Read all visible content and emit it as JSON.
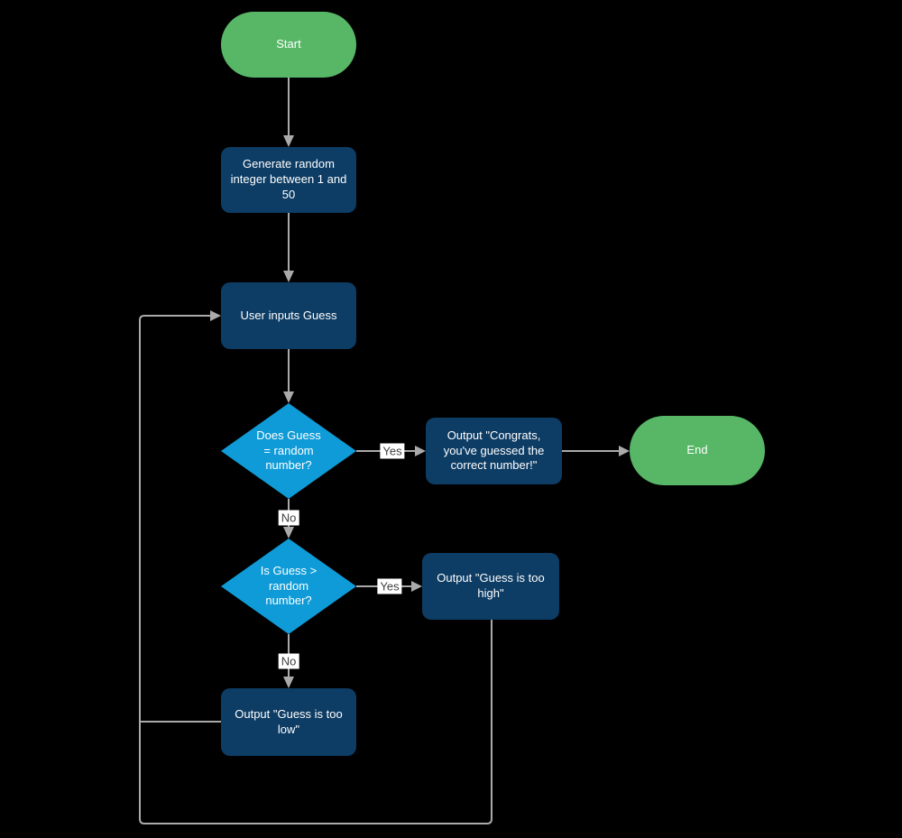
{
  "diagram": {
    "type": "flowchart",
    "description": "Number guessing game flowchart"
  },
  "nodes": {
    "start": {
      "type": "terminator",
      "label": "Start"
    },
    "generate": {
      "type": "process",
      "label": "Generate random\ninteger between 1 and\n50"
    },
    "user_input": {
      "type": "process",
      "label": "User inputs Guess"
    },
    "decision_equal": {
      "type": "decision",
      "label": "Does Guess\n= random\nnumber?"
    },
    "output_congrats": {
      "type": "process",
      "label": "Output \"Congrats,\nyou've guessed the\ncorrect number!\""
    },
    "end": {
      "type": "terminator",
      "label": "End"
    },
    "decision_greater": {
      "type": "decision",
      "label": "Is Guess >\nrandom\nnumber?"
    },
    "output_high": {
      "type": "process",
      "label": "Output \"Guess is too\nhigh\""
    },
    "output_low": {
      "type": "process",
      "label": "Output \"Guess is too\nlow\""
    }
  },
  "edges": [
    {
      "from": "start",
      "to": "generate",
      "label": ""
    },
    {
      "from": "generate",
      "to": "user_input",
      "label": ""
    },
    {
      "from": "user_input",
      "to": "decision_equal",
      "label": ""
    },
    {
      "from": "decision_equal",
      "to": "output_congrats",
      "label": "Yes"
    },
    {
      "from": "output_congrats",
      "to": "end",
      "label": ""
    },
    {
      "from": "decision_equal",
      "to": "decision_greater",
      "label": "No"
    },
    {
      "from": "decision_greater",
      "to": "output_high",
      "label": "Yes"
    },
    {
      "from": "decision_greater",
      "to": "output_low",
      "label": "No"
    },
    {
      "from": "output_low",
      "to": "user_input",
      "label": ""
    },
    {
      "from": "output_high",
      "to": "user_input",
      "label": ""
    }
  ],
  "colors": {
    "terminator_fill": "#58b767",
    "process_fill": "#0d3c64",
    "decision_fill": "#0f9bd7",
    "node_text": "#ffffff",
    "connector": "#aaaaaa",
    "edge_label_bg": "#ffffff",
    "edge_label_text": "#404040",
    "canvas_bg": "#000000"
  }
}
